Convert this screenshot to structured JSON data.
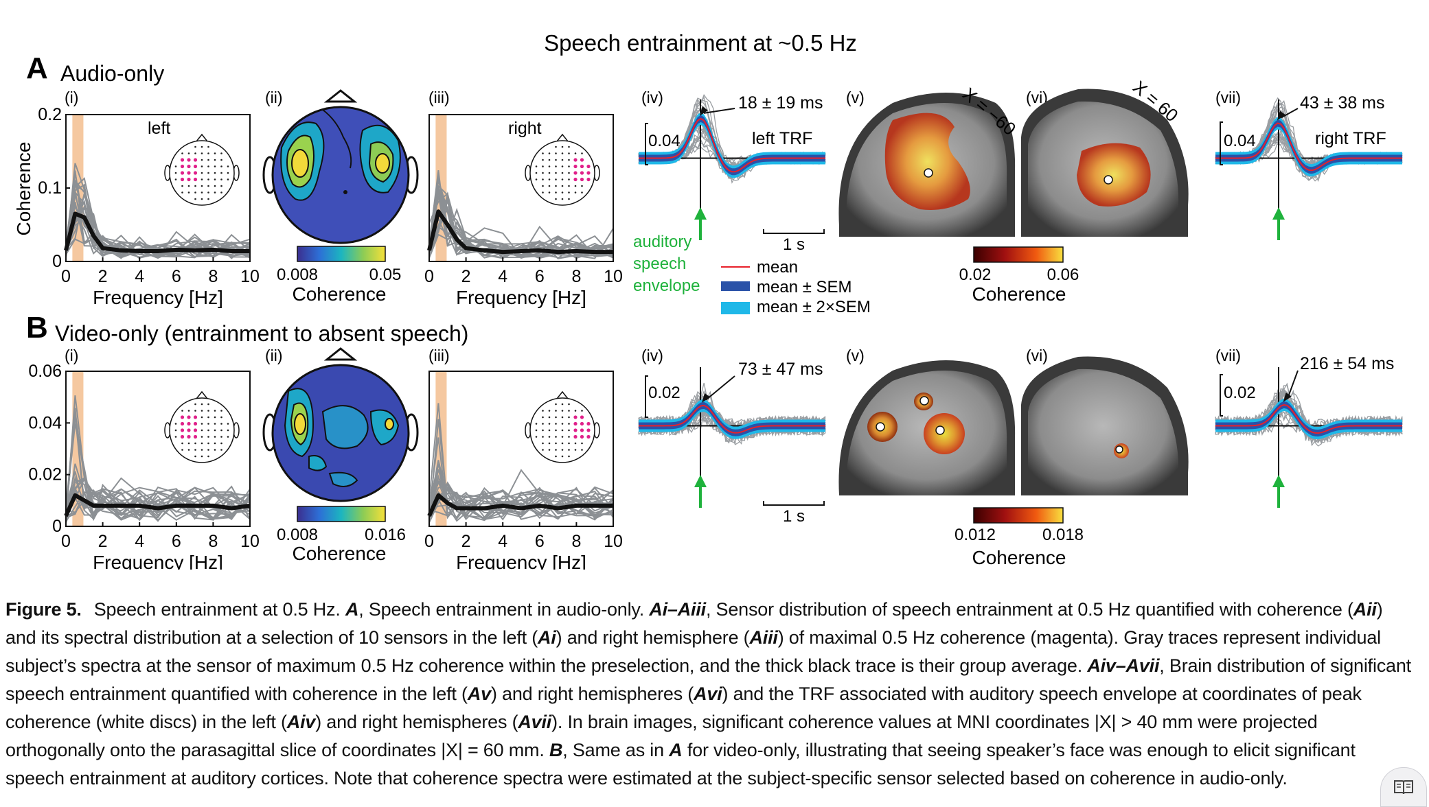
{
  "figure": {
    "title": "Speech entrainment at ~0.5 Hz",
    "panel_a": {
      "letter": "A",
      "title": "Audio-only"
    },
    "panel_b": {
      "letter": "B",
      "title": "Video-only (entrainment to absent speech)"
    },
    "sub_labels": [
      "(i)",
      "(ii)",
      "(iii)",
      "(iv)",
      "(v)",
      "(vi)",
      "(vii)"
    ],
    "ylabel": "Coherence",
    "xlabel": "Frequency [Hz]",
    "cbar_label": "Coherence",
    "hemi_left": "left",
    "hemi_right": "right",
    "trf_left": "left TRF",
    "trf_right": "right TRF",
    "slice_left": "X = −60",
    "slice_right": "X = 60",
    "scale_bar": "1 s",
    "arrow_text": [
      "auditory",
      "speech",
      "envelope"
    ],
    "legend": [
      "mean",
      "mean ± SEM",
      "mean ± 2×SEM"
    ],
    "a_latency_left": "18 ± 19 ms",
    "a_latency_right": "43 ± 38 ms",
    "b_latency_left": "73 ± 47 ms",
    "b_latency_right": "216 ± 54 ms",
    "a_trf_scale": "0.04",
    "b_trf_scale": "0.02",
    "a_topo_cbar": [
      "0.008",
      "0.05"
    ],
    "b_topo_cbar": [
      "0.008",
      "0.016"
    ],
    "a_brain_cbar": [
      "0.02",
      "0.06"
    ],
    "b_brain_cbar": [
      "0.012",
      "0.018"
    ],
    "colors": {
      "mean": "#e8202a",
      "sem": "#2a52a8",
      "sem2": "#1fb8e8",
      "arrow": "#1fb23c",
      "highlight": "#f5c8a0",
      "sensor": "#e0208a"
    }
  },
  "chart_data": [
    {
      "type": "line",
      "panel": "A(i)",
      "title": "left",
      "xlabel": "Frequency [Hz]",
      "ylabel": "Coherence",
      "xlim": [
        0,
        10
      ],
      "ylim": [
        0,
        0.2
      ],
      "xticks": [
        0,
        2,
        4,
        6,
        8,
        10
      ],
      "yticks": [
        0,
        0.1,
        0.2
      ],
      "series": [
        {
          "x": [
            0,
            0.5,
            1,
            1.5,
            2,
            3,
            4,
            5,
            6,
            7,
            8,
            9,
            10
          ],
          "values": [
            0.015,
            0.065,
            0.06,
            0.035,
            0.018,
            0.015,
            0.014,
            0.014,
            0.016,
            0.015,
            0.016,
            0.014,
            0.014
          ]
        }
      ]
    },
    {
      "type": "line",
      "panel": "A(iii)",
      "title": "right",
      "xlabel": "Frequency [Hz]",
      "xlim": [
        0,
        10
      ],
      "ylim": [
        0,
        0.2
      ],
      "xticks": [
        0,
        2,
        4,
        6,
        8,
        10
      ],
      "series": [
        {
          "x": [
            0,
            0.5,
            1,
            1.5,
            2,
            3,
            4,
            5,
            6,
            7,
            8,
            9,
            10
          ],
          "values": [
            0.015,
            0.068,
            0.05,
            0.03,
            0.018,
            0.015,
            0.013,
            0.014,
            0.015,
            0.013,
            0.014,
            0.013,
            0.013
          ]
        }
      ]
    },
    {
      "type": "line",
      "panel": "B(i)",
      "xlabel": "Frequency [Hz]",
      "ylabel": "Coherence",
      "xlim": [
        0,
        10
      ],
      "ylim": [
        0,
        0.06
      ],
      "xticks": [
        0,
        2,
        4,
        6,
        8,
        10
      ],
      "yticks": [
        0,
        0.02,
        0.04,
        0.06
      ],
      "series": [
        {
          "x": [
            0,
            0.5,
            1,
            1.5,
            2,
            3,
            4,
            5,
            6,
            7,
            8,
            9,
            10
          ],
          "values": [
            0.004,
            0.012,
            0.01,
            0.008,
            0.008,
            0.008,
            0.008,
            0.007,
            0.008,
            0.008,
            0.008,
            0.007,
            0.008
          ]
        }
      ]
    },
    {
      "type": "line",
      "panel": "B(iii)",
      "xlabel": "Frequency [Hz]",
      "xlim": [
        0,
        10
      ],
      "ylim": [
        0,
        0.06
      ],
      "xticks": [
        0,
        2,
        4,
        6,
        8,
        10
      ],
      "series": [
        {
          "x": [
            0,
            0.5,
            1,
            1.5,
            2,
            3,
            4,
            5,
            6,
            7,
            8,
            9,
            10
          ],
          "values": [
            0.004,
            0.012,
            0.009,
            0.007,
            0.007,
            0.007,
            0.008,
            0.007,
            0.008,
            0.007,
            0.008,
            0.008,
            0.008
          ]
        }
      ]
    }
  ],
  "caption": {
    "label": "Figure 5.",
    "text_parts": [
      {
        "t": "Speech entrainment at 0.5 Hz. "
      },
      {
        "b": "A"
      },
      {
        "t": ", Speech entrainment in audio-only. "
      },
      {
        "b": "Ai–Aiii"
      },
      {
        "t": ", Sensor distribution of speech entrainment at 0.5 Hz quantified with coherence ("
      },
      {
        "b": "Aii"
      },
      {
        "t": ") and its spectral distribution at a selection of 10 sensors in the left ("
      },
      {
        "b": "Ai"
      },
      {
        "t": ") and right hemisphere ("
      },
      {
        "b": "Aiii"
      },
      {
        "t": ") of maximal 0.5 Hz coherence (magenta). Gray traces represent individual subject’s spectra at the sensor of maximum 0.5 Hz coherence within the preselection, and the thick black trace is their group average. "
      },
      {
        "b": "Aiv–Avii"
      },
      {
        "t": ", Brain distribution of significant speech entrainment quantified with coherence in the left ("
      },
      {
        "b": "Av"
      },
      {
        "t": ") and right hemispheres ("
      },
      {
        "b": "Avi"
      },
      {
        "t": ") and the TRF associated with auditory speech envelope at coordinates of peak coherence (white discs) in the left ("
      },
      {
        "b": "Aiv"
      },
      {
        "t": ") and right hemispheres ("
      },
      {
        "b": "Avii"
      },
      {
        "t": "). In brain images, significant coherence values at MNI coordinates |X| > 40 mm were projected orthogonally onto the parasagittal slice of coordinates |X| = 60 mm. "
      },
      {
        "b": "B"
      },
      {
        "t": ", Same as in "
      },
      {
        "b": "A"
      },
      {
        "t": " for video-only, illustrating that seeing speaker’s face was enough to elicit significant speech entrainment at auditory cortices. Note that coherence spectra were estimated at the subject-specific sensor selected based on coherence in audio-only."
      }
    ]
  },
  "reader_icon": "book-icon"
}
